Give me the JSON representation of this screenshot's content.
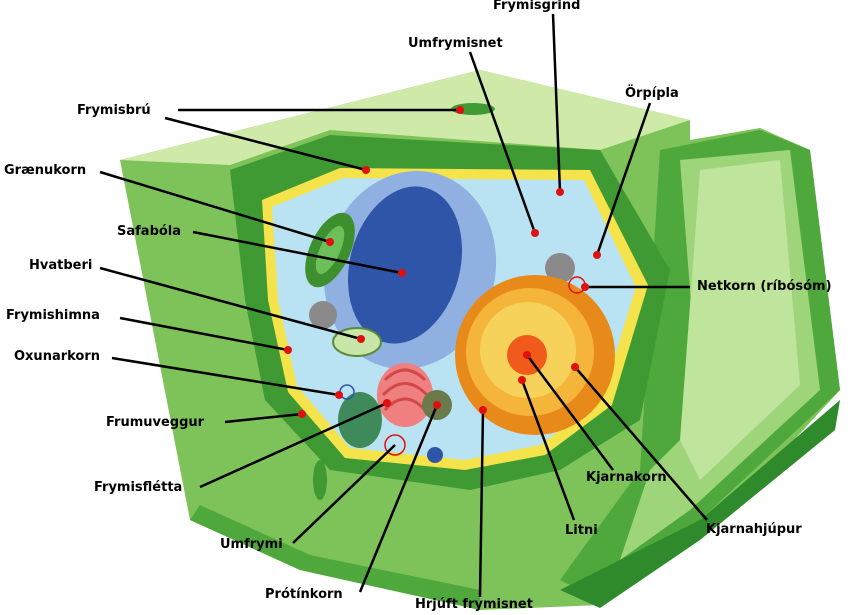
{
  "labels": {
    "frymisgrind": "Frymisgrind",
    "umfrymisnet": "Umfrymisnet",
    "orpipla": "Örpípla",
    "frymisbru": "Frymisbrú",
    "graenukorn": "Grænukorn",
    "safabola": "Safabóla",
    "hvatberi": "Hvatberi",
    "frymishimna": "Frymishimna",
    "oxunarkorn": "Oxunarkorn",
    "frumuveggur": "Frumuveggur",
    "frymisfletta": "Frymisflétta",
    "umfrymi": "Umfrymi",
    "protinkorn": "Prótínkorn",
    "hrjuft": "Hrjúft frymisnet",
    "netkorn": "Netkorn (ríbósóm)",
    "kjarnakorn": "Kjarnakorn",
    "litni": "Litni",
    "kjarnahjupur": "Kjarnahjúpur"
  },
  "colors": {
    "wall_light": "#cfeaa8",
    "wall_mid": "#7dc35a",
    "wall_dark": "#3f9a34",
    "membrane": "#f4e34a",
    "cytoplasm": "#b9e3f2",
    "vacuole": "#8fb0e0",
    "vacuole_core": "#2f55a8",
    "nucleus_outer": "#e88a1a",
    "nucleus_inner": "#f7d25a",
    "nucleolus": "#f05a1a",
    "golgi": "#f08080",
    "chloroplast": "#3e8f2e",
    "pointer": "#e01010"
  }
}
